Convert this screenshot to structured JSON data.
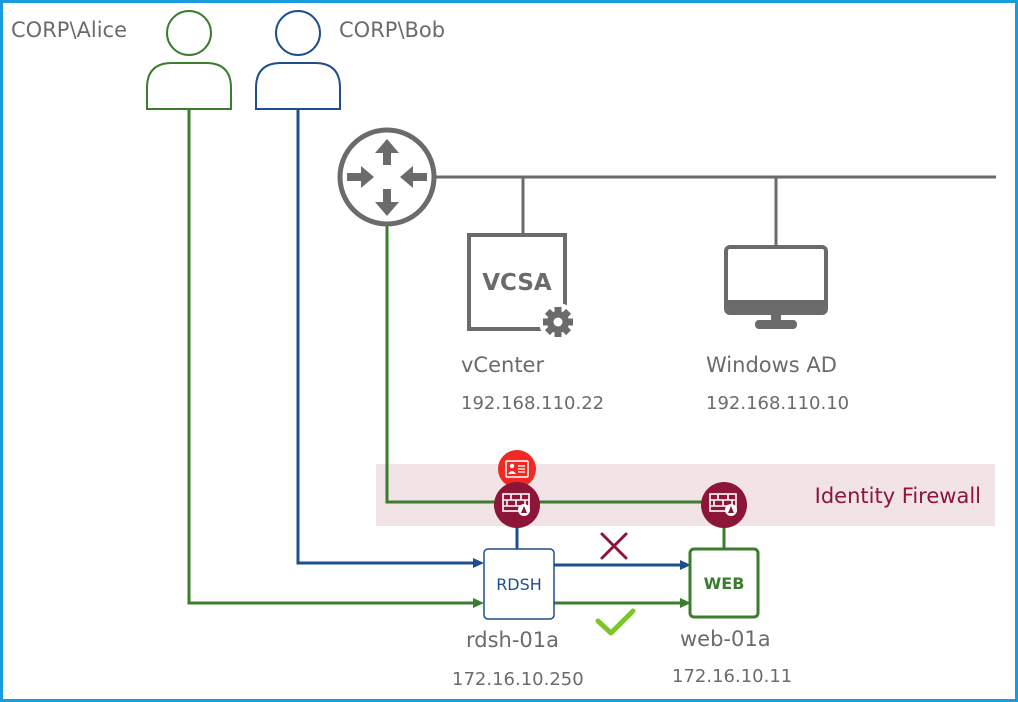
{
  "users": {
    "alice": {
      "name": "CORP\\Alice",
      "color": "#3a7d2c"
    },
    "bob": {
      "name": "CORP\\Bob",
      "color": "#1f4e8c"
    }
  },
  "nodes": {
    "vcenter": {
      "box_label": "VCSA",
      "name": "vCenter",
      "ip": "192.168.110.22"
    },
    "windows_ad": {
      "name": "Windows AD",
      "ip": "192.168.110.10"
    },
    "rdsh": {
      "box_label": "RDSH",
      "name": "rdsh-01a",
      "ip": "172.16.10.250"
    },
    "web": {
      "box_label": "WEB",
      "name": "web-01a",
      "ip": "172.16.10.11"
    }
  },
  "identity_firewall": {
    "label": "Identity Firewall",
    "color": "#8c1538",
    "band_color": "#f1e3e6"
  },
  "connections": [
    {
      "from": "CORP\\Bob",
      "to": "web-01a",
      "allowed": false
    },
    {
      "from": "CORP\\Alice",
      "to": "web-01a",
      "allowed": true
    }
  ],
  "colors": {
    "border": "#1a9be0",
    "gray": "#6b6b6b",
    "allow": "#7dc52b",
    "deny": "#8c1538"
  }
}
